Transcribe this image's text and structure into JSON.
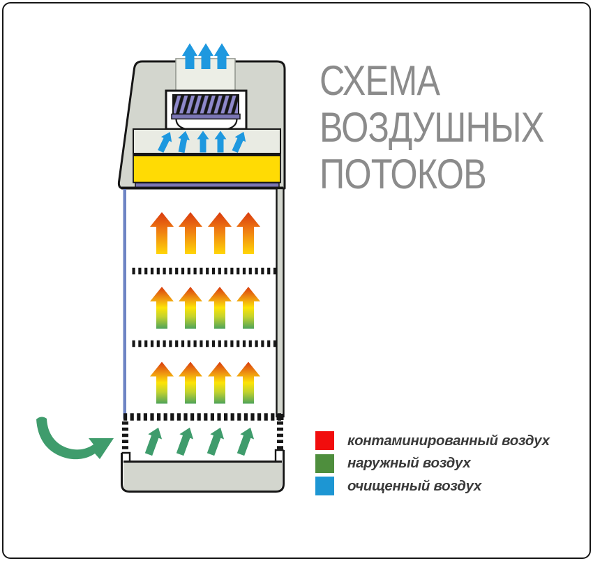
{
  "title": {
    "lines": [
      "СХЕМА",
      "ВОЗДУШНЫХ",
      "ПОТОКОВ"
    ]
  },
  "legend": {
    "items": [
      {
        "label": "контаминированный воздух",
        "color": "#f10d0d"
      },
      {
        "label": "наружный воздух",
        "color": "#4e8e3d"
      },
      {
        "label": "очищенный воздух",
        "color": "#1d96d3"
      }
    ]
  },
  "diagram": {
    "colors": {
      "cabinet_gray": "#d3d6ce",
      "plenum_light_gray": "#e9ebe3",
      "duct_light_gray": "#eceee6",
      "filter_yellow": "#ffdb04",
      "fan_purple": "#8e88ca",
      "strip_purple": "#7b76b4",
      "clean_air_blue": "#1e98df",
      "outside_air_green": "#3f9c6c",
      "hot_arrow_red": "#d93a0e",
      "hot_arrow_yellow": "#ffd607",
      "hot_arrow_green": "#4ea35a",
      "sash_blue": "#6e84c4",
      "outline_black": "#161616",
      "title_gray": "#8b8b8b"
    },
    "exhaust_arrows": 3,
    "plenum_arrows": 5,
    "workzone_arrow_rows": 3,
    "workzone_arrows_per_row": 4,
    "inlet_arrows": 4
  }
}
